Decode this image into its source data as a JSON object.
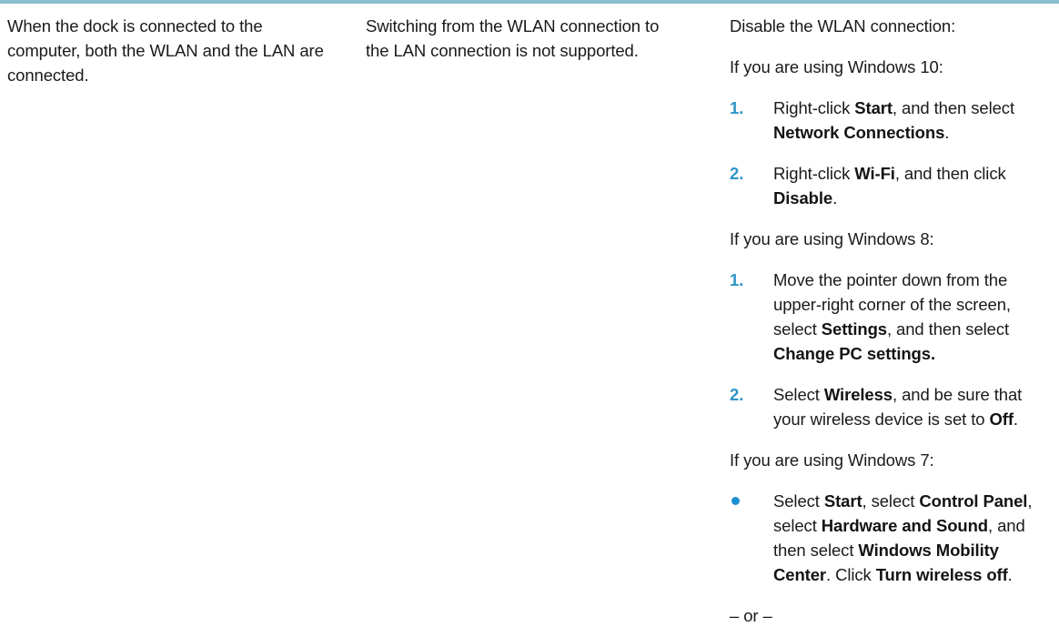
{
  "style": {
    "top_rule_color": "#87bfcc",
    "body_text_color": "#1a1a1a",
    "list_number_color": "#2e95c5",
    "bullet_color": "#1e90d0",
    "background_color": "#ffffff"
  },
  "columns": {
    "problem": {
      "text": "When the dock is connected to the\ncomputer, both the WLAN and the LAN are\nconnected."
    },
    "cause": {
      "text": "Switching from the WLAN connection to\nthe LAN connection is not supported."
    },
    "solution": {
      "intro": "Disable the WLAN connection:",
      "sections": [
        {
          "heading": "If you are using Windows 10:",
          "list_type": "numbered",
          "items": [
            {
              "marker": "1.",
              "text": "Right-click **Start**, and then select\n**Network Connections**."
            },
            {
              "marker": "2.",
              "text": "Right-click **Wi-Fi**, and then click\n**Disable**."
            }
          ]
        },
        {
          "heading": "If you are using Windows 8:",
          "list_type": "numbered",
          "items": [
            {
              "marker": "1.",
              "text": "Move the pointer down from the\nupper-right corner of the screen,\nselect **Settings**, and then select\n**Change PC settings.**"
            },
            {
              "marker": "2.",
              "text": "Select **Wireless**, and be sure that\nyour wireless device is set to **Off**."
            }
          ]
        },
        {
          "heading": "If you are using Windows 7:",
          "list_type": "bullet",
          "items": [
            {
              "marker": "•",
              "text": "Select **Start**, select **Control Panel**,\nselect **Hardware and Sound**, and\nthen select **Windows Mobility\nCenter**. Click **Turn wireless off**."
            }
          ]
        }
      ],
      "separator": "– or –"
    }
  }
}
